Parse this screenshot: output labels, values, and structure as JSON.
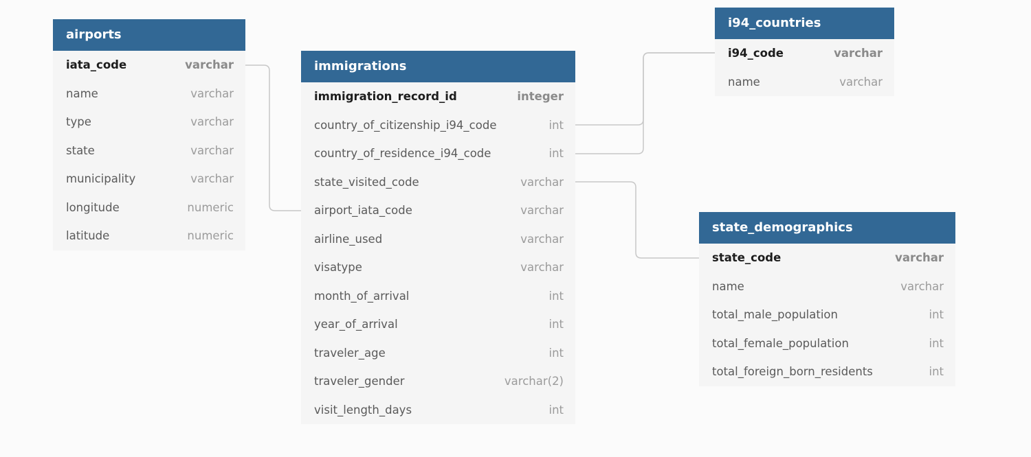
{
  "tables": [
    {
      "id": "airports",
      "name": "airports",
      "columns": [
        {
          "name": "iata_code",
          "type": "varchar",
          "pk": true
        },
        {
          "name": "name",
          "type": "varchar"
        },
        {
          "name": "type",
          "type": "varchar"
        },
        {
          "name": "state",
          "type": "varchar"
        },
        {
          "name": "municipality",
          "type": "varchar"
        },
        {
          "name": "longitude",
          "type": "numeric"
        },
        {
          "name": "latitude",
          "type": "numeric"
        }
      ]
    },
    {
      "id": "immigrations",
      "name": "immigrations",
      "columns": [
        {
          "name": "immigration_record_id",
          "type": "integer",
          "pk": true
        },
        {
          "name": "country_of_citizenship_i94_code",
          "type": "int"
        },
        {
          "name": "country_of_residence_i94_code",
          "type": "int"
        },
        {
          "name": "state_visited_code",
          "type": "varchar"
        },
        {
          "name": "airport_iata_code",
          "type": "varchar"
        },
        {
          "name": "airline_used",
          "type": "varchar"
        },
        {
          "name": "visatype",
          "type": "varchar"
        },
        {
          "name": "month_of_arrival",
          "type": "int"
        },
        {
          "name": "year_of_arrival",
          "type": "int"
        },
        {
          "name": "traveler_age",
          "type": "int"
        },
        {
          "name": "traveler_gender",
          "type": "varchar(2)"
        },
        {
          "name": "visit_length_days",
          "type": "int"
        }
      ]
    },
    {
      "id": "i94_countries",
      "name": "i94_countries",
      "columns": [
        {
          "name": "i94_code",
          "type": "varchar",
          "pk": true
        },
        {
          "name": "name",
          "type": "varchar"
        }
      ]
    },
    {
      "id": "state_demographics",
      "name": "state_demographics",
      "columns": [
        {
          "name": "state_code",
          "type": "varchar",
          "pk": true
        },
        {
          "name": "name",
          "type": "varchar"
        },
        {
          "name": "total_male_population",
          "type": "int"
        },
        {
          "name": "total_female_population",
          "type": "int"
        },
        {
          "name": "total_foreign_born_residents",
          "type": "int"
        }
      ]
    }
  ],
  "relations": [
    {
      "from": "immigrations.airport_iata_code",
      "to": "airports.iata_code"
    },
    {
      "from": "immigrations.country_of_citizenship_i94_code",
      "to": "i94_countries.i94_code"
    },
    {
      "from": "immigrations.country_of_residence_i94_code",
      "to": "i94_countries.i94_code"
    },
    {
      "from": "immigrations.state_visited_code",
      "to": "state_demographics.state_code"
    }
  ]
}
